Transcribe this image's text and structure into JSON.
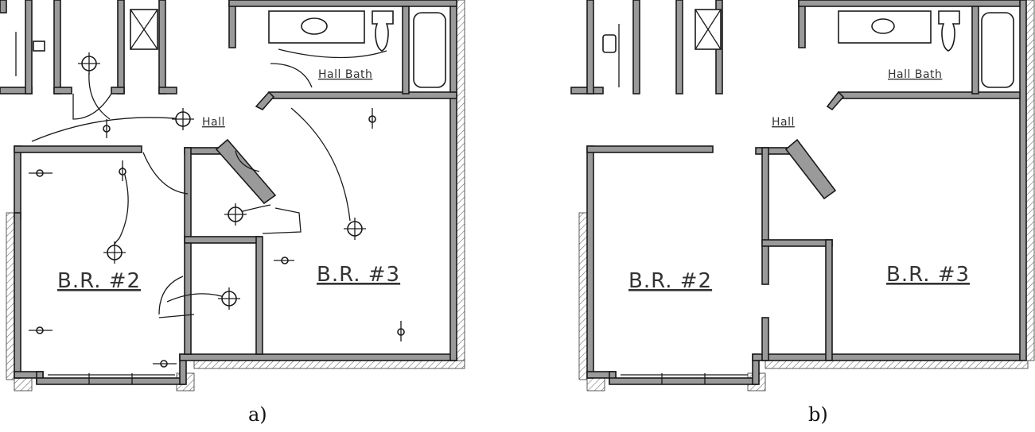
{
  "panels": [
    {
      "caption": "a)",
      "labels": {
        "hall_bath": "Hall Bath",
        "hall": "Hall",
        "br2": "B.R. #2",
        "br3": "B.R. #3"
      }
    },
    {
      "caption": "b)",
      "labels": {
        "hall_bath": "Hall Bath",
        "hall": "Hall",
        "br2": "B.R. #2",
        "br3": "B.R. #3"
      }
    }
  ]
}
